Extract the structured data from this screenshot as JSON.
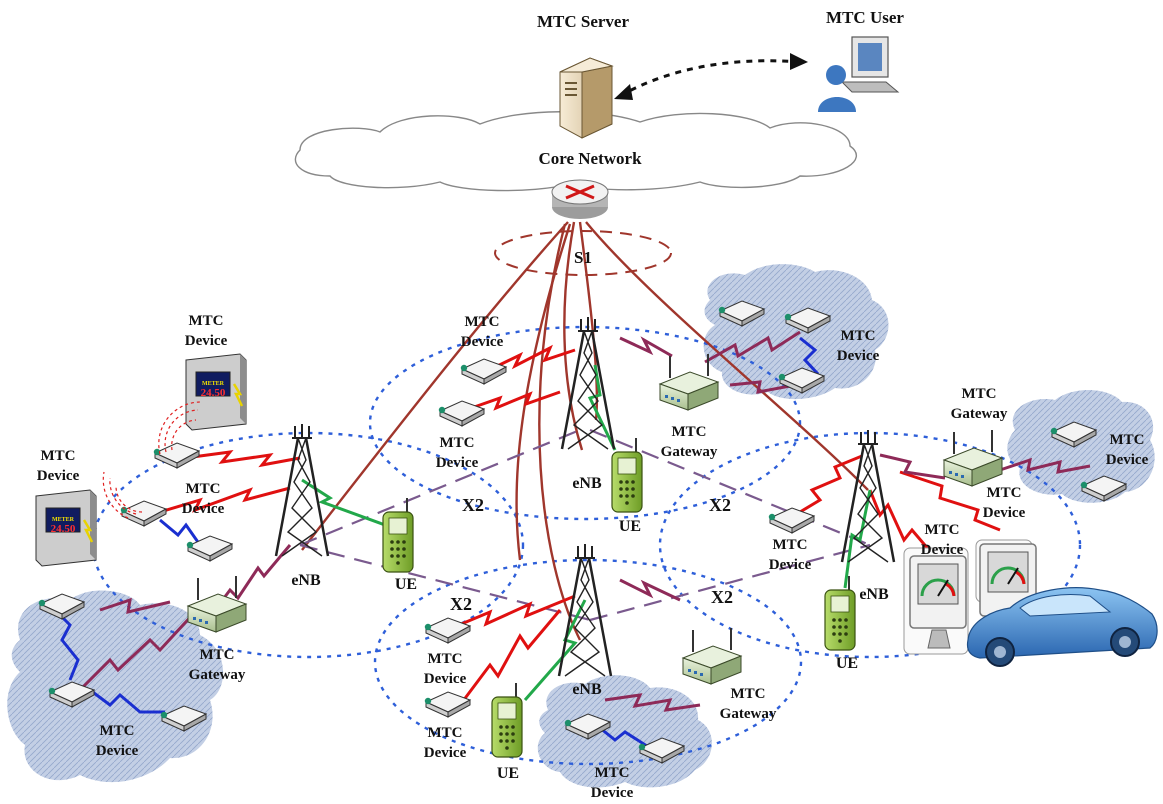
{
  "top": {
    "server_label": "MTC Server",
    "user_label": "MTC User",
    "core_label": "Core Network",
    "s1_label": "S1"
  },
  "labels": {
    "mtc_device_line1": "MTC",
    "mtc_device_line2": "Device",
    "mtc_gateway_line1": "MTC",
    "mtc_gateway_line2": "Gateway",
    "enb": "eNB",
    "ue": "UE",
    "x2": "X2",
    "meter_text": "24.50",
    "meter_brand": "METER"
  },
  "colors": {
    "cell_boundary": "#2e5fd9",
    "backhaul": "#a0362c",
    "x2_link": "#7a5a8e",
    "mtc_link_red": "#e01010",
    "gateway_link": "#8e2a58",
    "ue_link": "#22a84a",
    "local_link": "#1a2fd0",
    "cloud_fill": "#aebfdc",
    "phone_green": "#8cbf3a",
    "car_blue": "#4d90d6"
  },
  "icons": [
    "server-icon",
    "user-computer-icon",
    "router-icon",
    "enb-tower-icon",
    "ue-phone-icon",
    "mtc-device-icon",
    "mtc-gateway-icon",
    "smart-meter-icon",
    "car-icon",
    "cloud-icon"
  ]
}
